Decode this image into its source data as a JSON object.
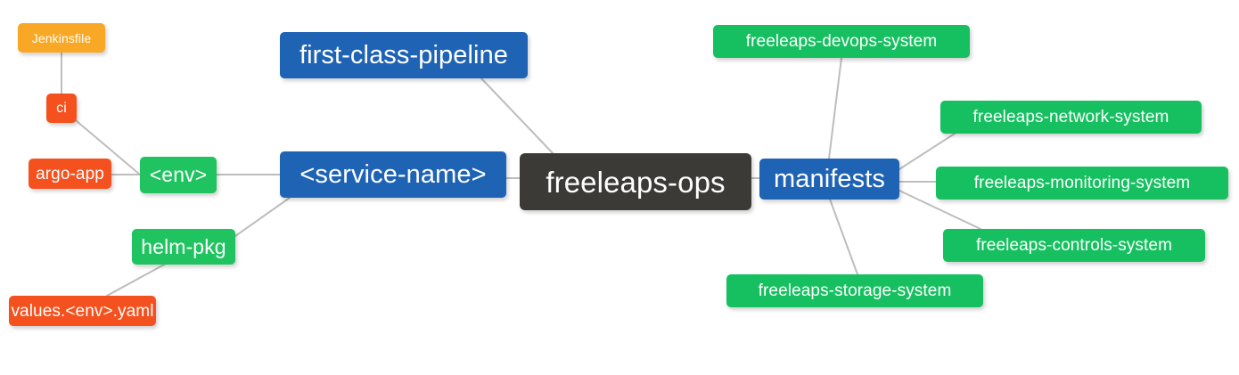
{
  "diagram": {
    "type": "mindmap",
    "title": "freeleaps-ops",
    "background": "#ffffff",
    "edge_color": "#bdbdbd",
    "palette": {
      "root_dark": "#3b3a36",
      "blue": "#1f63b5",
      "green": "#1fc35f",
      "orange": "#f9a825",
      "red": "#f4511e",
      "text": "#ffffff"
    }
  },
  "nodes": {
    "root": {
      "label": "freeleaps-ops"
    },
    "first_class_pipeline": {
      "label": "first-class-pipeline"
    },
    "service_name": {
      "label": "<service-name>"
    },
    "env": {
      "label": "<env>"
    },
    "ci": {
      "label": "ci"
    },
    "jenkinsfile": {
      "label": "Jenkinsfile"
    },
    "argo_app": {
      "label": "argo-app"
    },
    "helm_pkg": {
      "label": "helm-pkg"
    },
    "values_yaml": {
      "label": "values.<env>.yaml"
    },
    "manifests": {
      "label": "manifests"
    },
    "devops_system": {
      "label": "freeleaps-devops-system"
    },
    "network_system": {
      "label": "freeleaps-network-system"
    },
    "monitoring_system": {
      "label": "freeleaps-monitoring-system"
    },
    "controls_system": {
      "label": "freeleaps-controls-system"
    },
    "storage_system": {
      "label": "freeleaps-storage-system"
    }
  },
  "edges": [
    {
      "from": "root",
      "to": "first_class_pipeline"
    },
    {
      "from": "root",
      "to": "service_name"
    },
    {
      "from": "root",
      "to": "manifests"
    },
    {
      "from": "service_name",
      "to": "env"
    },
    {
      "from": "service_name",
      "to": "helm_pkg"
    },
    {
      "from": "env",
      "to": "ci"
    },
    {
      "from": "env",
      "to": "argo_app"
    },
    {
      "from": "ci",
      "to": "jenkinsfile"
    },
    {
      "from": "helm_pkg",
      "to": "values_yaml"
    },
    {
      "from": "manifests",
      "to": "devops_system"
    },
    {
      "from": "manifests",
      "to": "network_system"
    },
    {
      "from": "manifests",
      "to": "monitoring_system"
    },
    {
      "from": "manifests",
      "to": "controls_system"
    },
    {
      "from": "manifests",
      "to": "storage_system"
    }
  ]
}
